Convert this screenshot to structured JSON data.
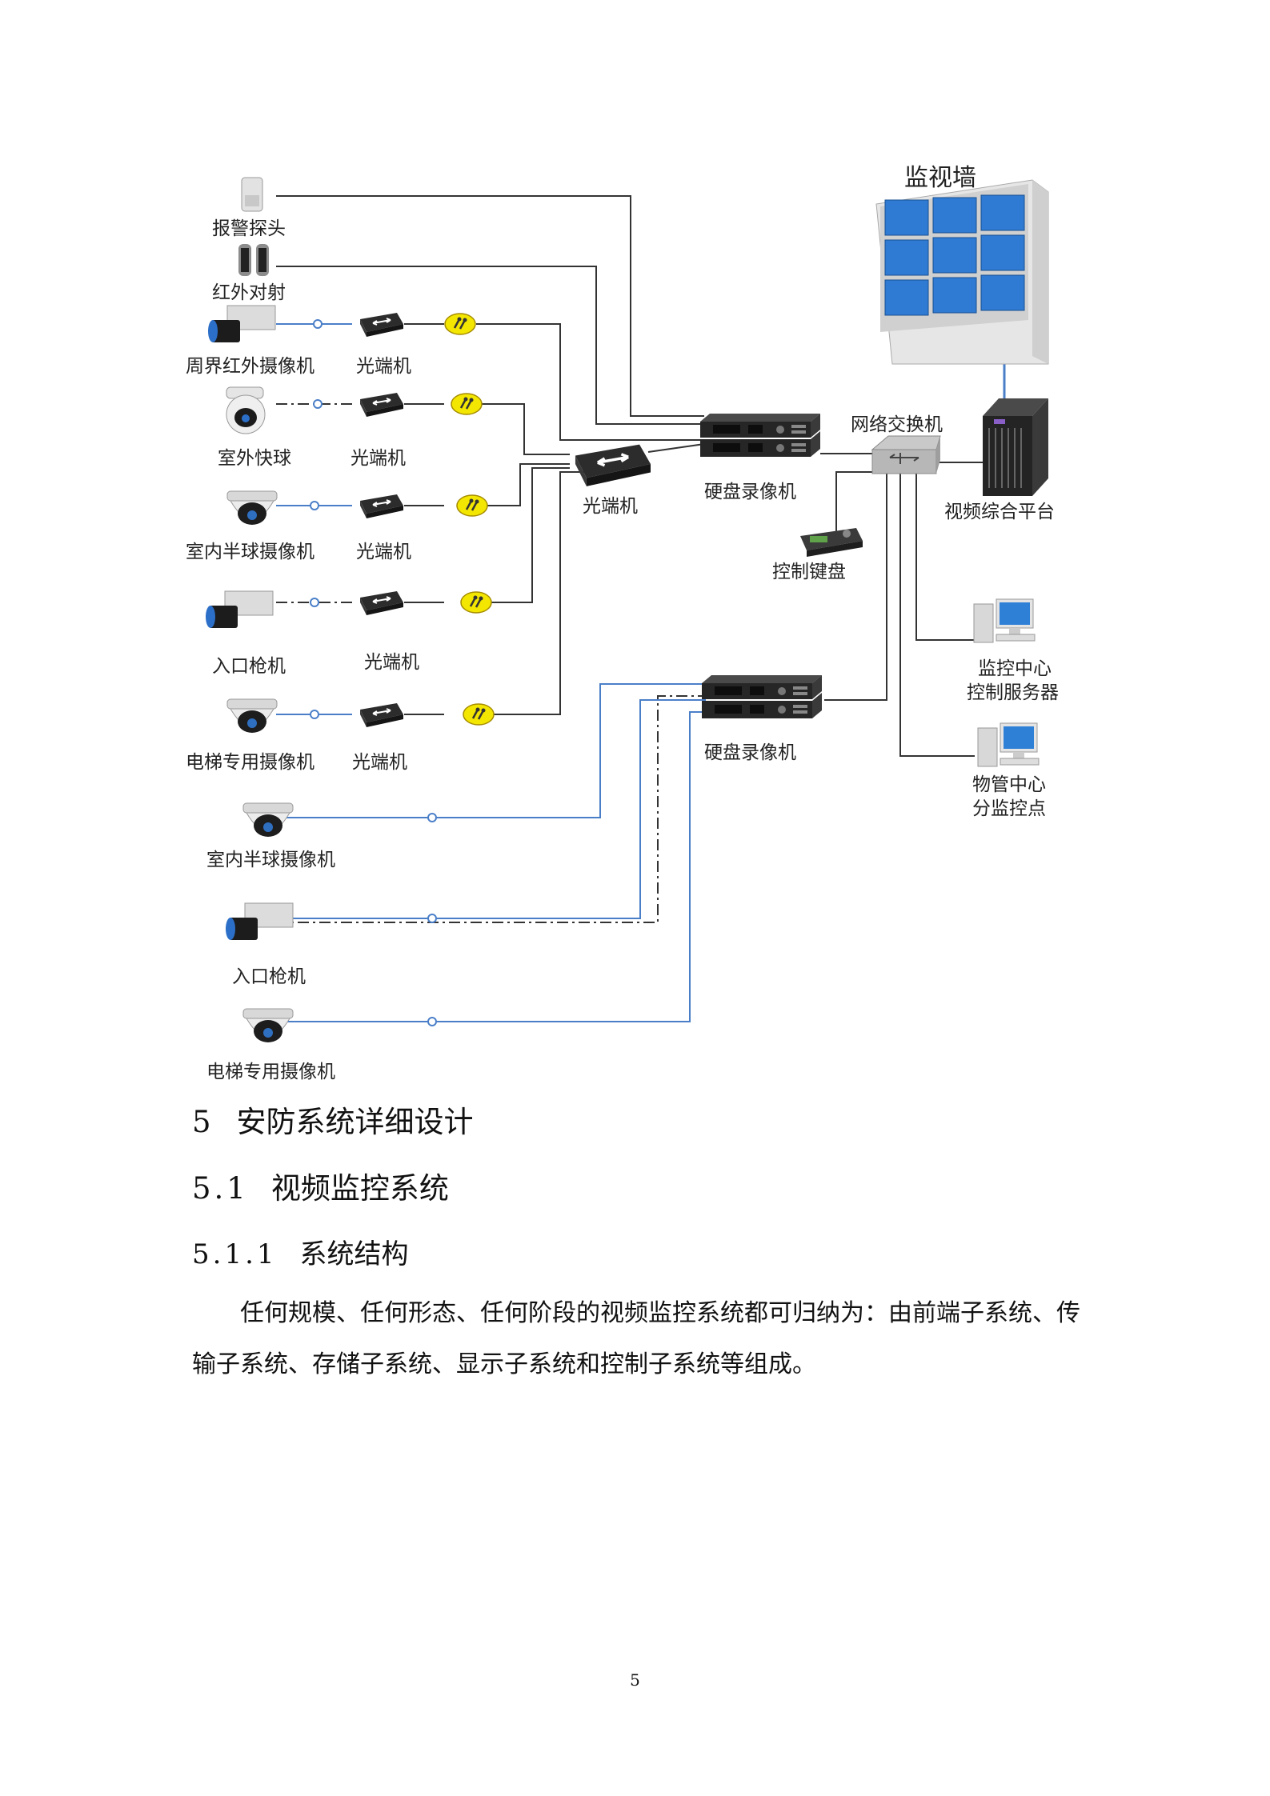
{
  "diagram": {
    "video_wall": "监视墙",
    "alarm_detector": "报警探头",
    "infrared_beam": "红外对射",
    "perimeter_camera": "周界红外摄像机",
    "outdoor_dome": "室外快球",
    "indoor_dome_1": "室内半球摄像机",
    "entrance_camera_1": "入口枪机",
    "elevator_camera_1": "电梯专用摄像机",
    "fiber_1": "光端机",
    "fiber_2": "光端机",
    "fiber_3": "光端机",
    "fiber_4": "光端机",
    "fiber_5": "光端机",
    "fiber_main": "光端机",
    "dvr_1": "硬盘录像机",
    "dvr_2": "硬盘录像机",
    "network_switch": "网络交换机",
    "video_platform": "视频综合平台",
    "control_keyboard": "控制键盘",
    "monitor_center_line1": "监控中心",
    "monitor_center_line2": "控制服务器",
    "property_center_line1": "物管中心",
    "property_center_line2": "分监控点",
    "indoor_dome_2": "室内半球摄像机",
    "entrance_camera_2": "入口枪机",
    "elevator_camera_2": "电梯专用摄像机"
  },
  "section5": {
    "number": "5",
    "title": "安防系统详细设计"
  },
  "section5_1": {
    "number": "5.1",
    "title": "视频监控系统"
  },
  "section5_1_1": {
    "number": "5.1.1",
    "title": "系统结构"
  },
  "paragraph": "任何规模、任何形态、任何阶段的视频监控系统都可归纳为：由前端子系统、传输子系统、存储子系统、显示子系统和控制子系统等组成。",
  "page_number": "5",
  "colors": {
    "link_blue": "#4a7fc8",
    "line_dark": "#333333",
    "screen_blue": "#2f7bd4",
    "connector_yellow": "#f3e600"
  }
}
